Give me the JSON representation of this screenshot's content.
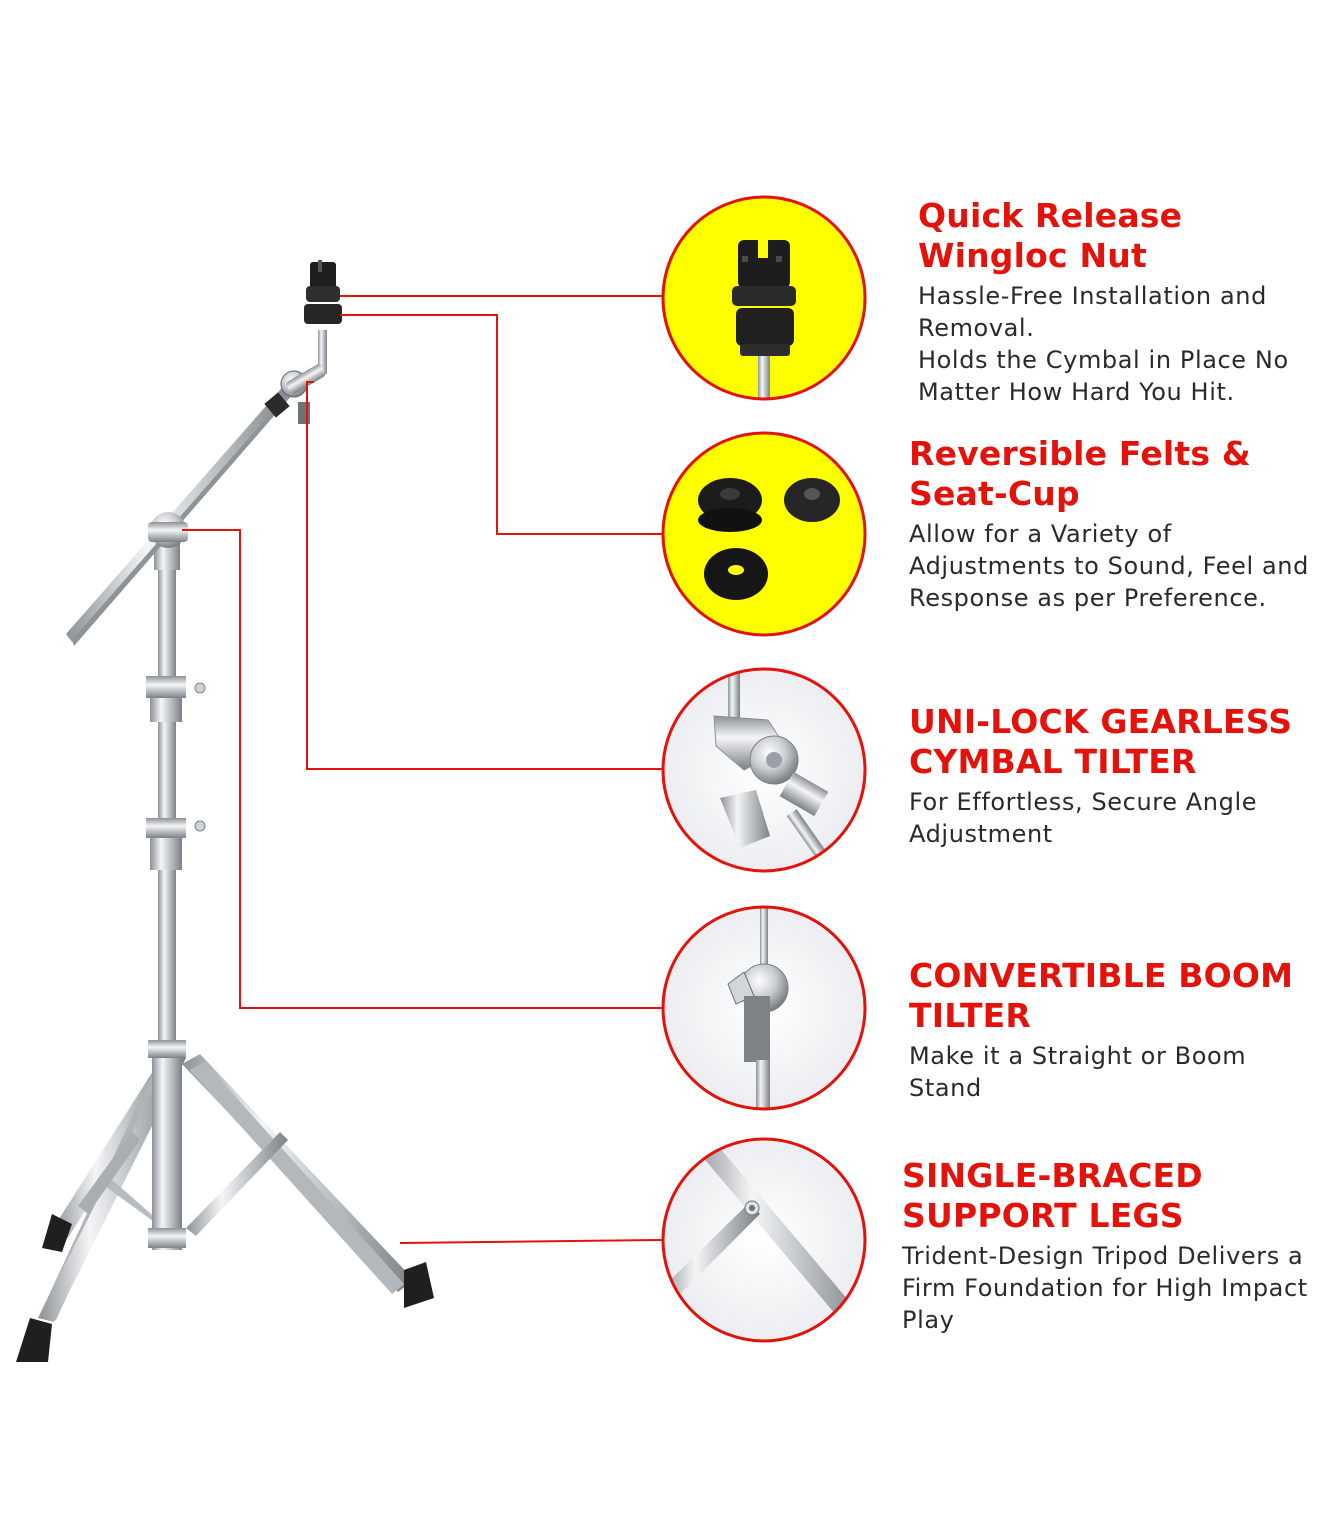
{
  "colors": {
    "accent_red": "#e3120b",
    "highlight_yellow": "#ffff00",
    "body_text": "#2a2a2a",
    "chrome": "#c9cdd1"
  },
  "features": [
    {
      "title": "Quick Release Wingloc Nut",
      "lines": [
        "Hassle-Free Installation and Removal.",
        "Holds the Cymbal in Place No Matter How Hard You Hit."
      ],
      "icon": "wingloc-nut-icon"
    },
    {
      "title": "Reversible Felts & Seat-Cup",
      "lines": [
        "Allow for a Variety of Adjustments to Sound, Feel and Response as per Preference."
      ],
      "icon": "felts-seatcup-icon"
    },
    {
      "title": "UNI-LOCK GEARLESS CYMBAL TILTER",
      "lines": [
        "For Effortless, Secure Angle Adjustment"
      ],
      "icon": "cymbal-tilter-icon"
    },
    {
      "title": "CONVERTIBLE BOOM TILTER",
      "lines": [
        "Make it a Straight or Boom Stand"
      ],
      "icon": "boom-tilter-icon"
    },
    {
      "title": "SINGLE-BRACED SUPPORT LEGS",
      "lines": [
        "Trident-Design Tripod Delivers a Firm Foundation for High Impact Play"
      ],
      "icon": "support-legs-icon"
    }
  ]
}
